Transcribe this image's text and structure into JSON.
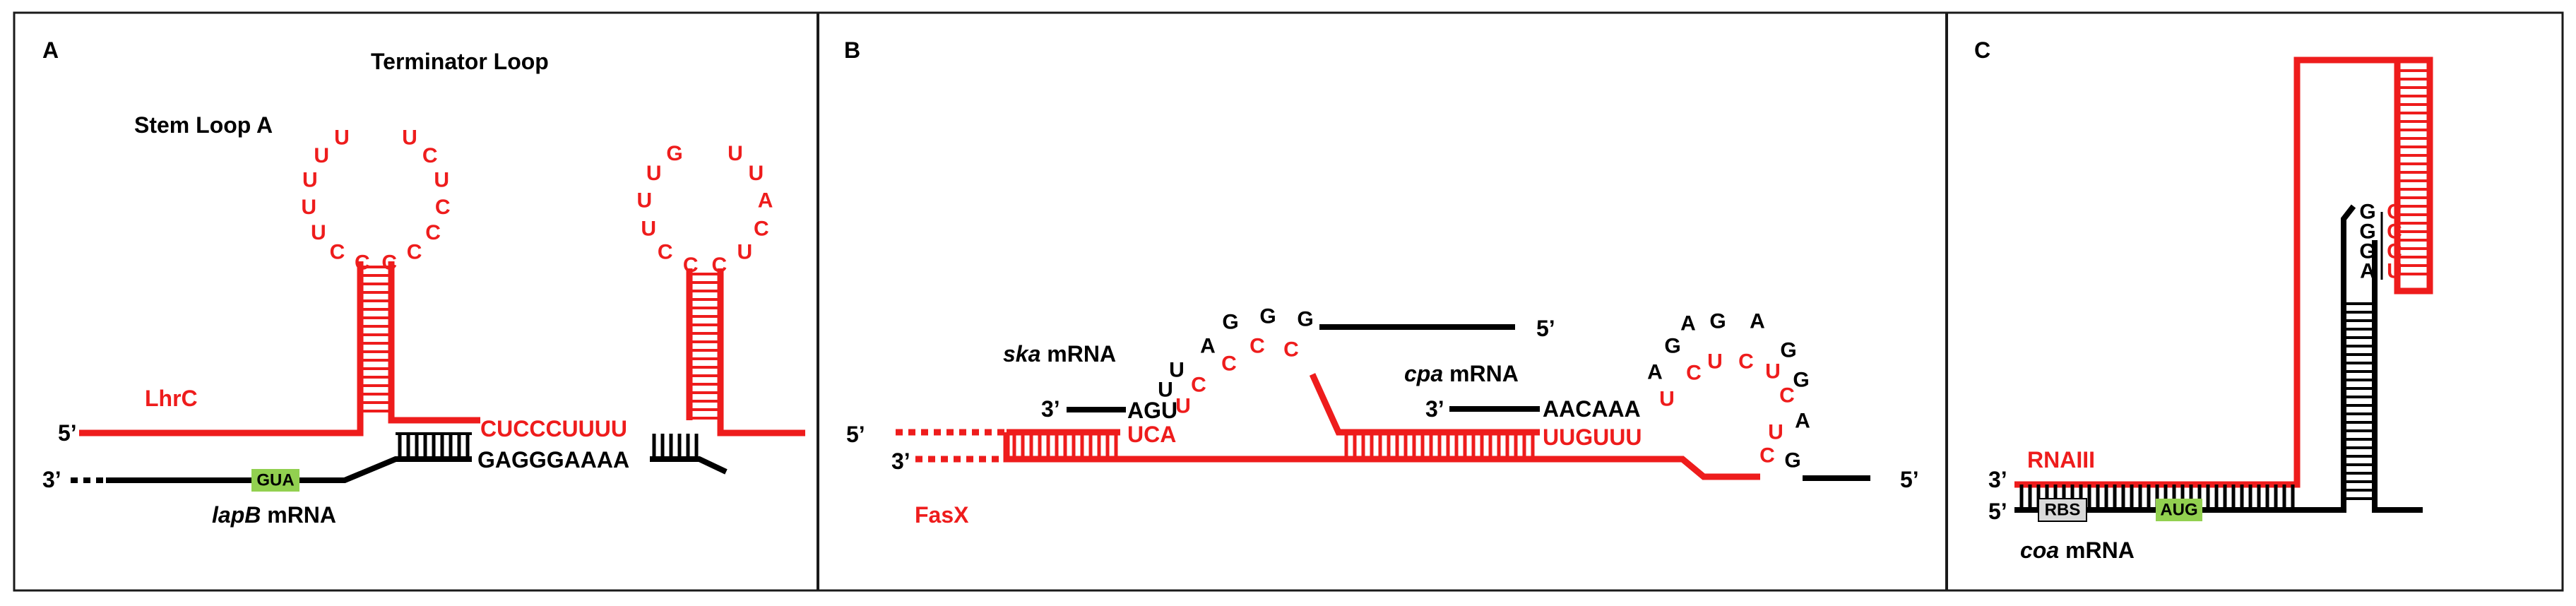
{
  "panels": {
    "a": {
      "letter": "A",
      "terminator_loop_label": "Terminator Loop",
      "stem_loop_label": "Stem Loop A",
      "lhrc_label": "LhrC",
      "five_prime": "5’",
      "three_prime": "3’",
      "lapb_name": "lapB",
      "lapb_suffix": " mRNA",
      "gua_box": "GUA",
      "red_seq": "CUCCCUUUU",
      "black_seq": "GAGGGAAAA",
      "loop1_nts": [
        "U",
        "C",
        "U",
        "C",
        "C",
        "C",
        "C",
        "C",
        "C",
        "U",
        "U",
        "U",
        "U",
        "U"
      ],
      "loop2_nts": [
        "U",
        "U",
        "A",
        "C",
        "U",
        "C",
        "C",
        "C",
        "U",
        "U",
        "U",
        "G"
      ]
    },
    "b": {
      "letter": "B",
      "ska_name": "ska",
      "ska_suffix": " mRNA",
      "cpa_name": "cpa",
      "cpa_suffix": " mRNA",
      "fasx_label": "FasX",
      "five_prime": "5’",
      "three_prime": "3’",
      "ska_black": "AGU",
      "ska_red_bottom": "UCA",
      "ska_arm_black": [
        "U",
        "U",
        "A",
        "G",
        "G",
        "G"
      ],
      "ska_arm_red": [
        "U",
        "C",
        "C",
        "C",
        "C"
      ],
      "cpa_black": "AACAAA",
      "cpa_red": "UUGUUU",
      "loop_black": [
        "A",
        "G",
        "A",
        "G",
        "A",
        "G",
        "G",
        "A",
        "G"
      ],
      "loop_red": [
        "U",
        "C",
        "U",
        "C",
        "U",
        "C",
        "U",
        "C"
      ]
    },
    "c": {
      "letter": "C",
      "rnaiii_label": "RNAIII",
      "five_prime": "5’",
      "three_prime": "3’",
      "coa_name": "coa",
      "coa_suffix": " mRNA",
      "rbs_box": "RBS",
      "aug_box": "AUG",
      "black_nts": [
        "G",
        "G",
        "G",
        "A"
      ],
      "red_nts": [
        "C",
        "C",
        "C",
        "U"
      ]
    }
  }
}
